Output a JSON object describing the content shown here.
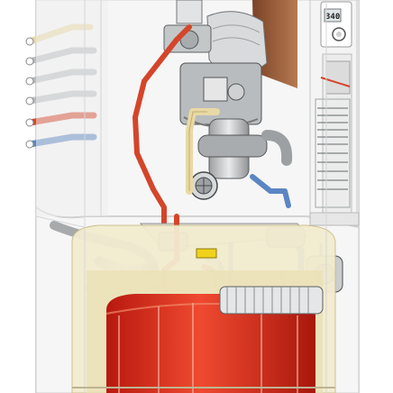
{
  "display": {
    "reading": "340"
  },
  "colors": {
    "hot_red": "#d4452a",
    "hot_tank": "#e2381f",
    "cold_blue": "#5b86c2",
    "gas_yellow": "#e8d9a4",
    "casing": "#f2f2f2",
    "panel_wood": "#9a5a37",
    "metal": "#c9cbcc"
  },
  "icons": [
    "boiler-cutaway",
    "control-panel",
    "circulation-pump",
    "heat-exchanger",
    "storage-tank"
  ]
}
